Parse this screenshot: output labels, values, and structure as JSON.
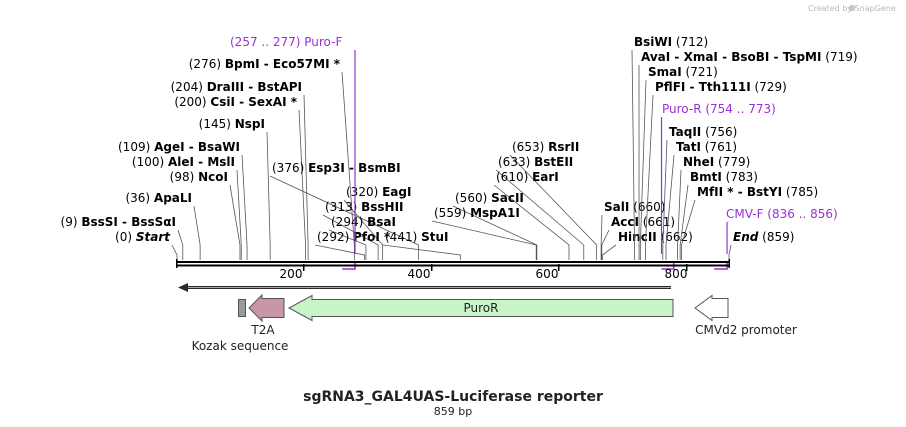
{
  "watermark": "Created by SnapGene",
  "map": {
    "title": "sgRNA3_GAL4UAS-Luciferase reporter",
    "length_label": "859 bp",
    "length_bp": 859,
    "ruler_ticks": [
      "200",
      "400",
      "600",
      "800"
    ],
    "colors": {
      "primer": "#9b30d6",
      "purple_feature": "#c896a8",
      "green_feature": "#c8f5c8",
      "white_feature": "#ffffff",
      "grey_feature": "#9a9a9a"
    }
  },
  "sites": [
    {
      "pos": "(0)",
      "bp": 0,
      "name": "Start",
      "italic": true
    },
    {
      "pos": "(9)",
      "bp": 9,
      "name": "BssSI  -  BssSαI"
    },
    {
      "pos": "(36)",
      "bp": 36,
      "name": "ApaLI"
    },
    {
      "pos": "(98)",
      "bp": 98,
      "name": "NcoI"
    },
    {
      "pos": "(100)",
      "bp": 100,
      "name": "AleI  -  MslI"
    },
    {
      "pos": "(109)",
      "bp": 109,
      "name": "AgeI  -  BsaWI"
    },
    {
      "pos": "(145)",
      "bp": 145,
      "name": "NspI"
    },
    {
      "pos": "(200)",
      "bp": 200,
      "name": "CsiI  -  SexAI *"
    },
    {
      "pos": "(204)",
      "bp": 204,
      "name": "DraIII  -  BstAPI"
    },
    {
      "pos": "(276)",
      "bp": 276,
      "name": "BpmI  -  Eco57MI *"
    },
    {
      "pos": "(376)",
      "bp": 376,
      "name": "Esp3I  -  BsmBI",
      "pos_first": true
    },
    {
      "pos": "(320)",
      "bp": 320,
      "name": "EagI"
    },
    {
      "pos": "(313)",
      "bp": 313,
      "name": "BssHII"
    },
    {
      "pos": "(294)",
      "bp": 294,
      "name": "BsaI"
    },
    {
      "pos": "(292)",
      "bp": 292,
      "name": "PfoI *"
    },
    {
      "pos": "(441)",
      "bp": 441,
      "name": "StuI"
    },
    {
      "pos": "(653)",
      "bp": 653,
      "name": "RsrII"
    },
    {
      "pos": "(633)",
      "bp": 633,
      "name": "BstEII"
    },
    {
      "pos": "(610)",
      "bp": 610,
      "name": "EarI"
    },
    {
      "pos": "(560)",
      "bp": 560,
      "name": "SacII"
    },
    {
      "pos": "(559)",
      "bp": 559,
      "name": "MspA1I"
    },
    {
      "pos": "(660)",
      "bp": 660,
      "name": "SalI"
    },
    {
      "pos": "(661)",
      "bp": 661,
      "name": "AccI"
    },
    {
      "pos": "(662)",
      "bp": 662,
      "name": "HincII"
    },
    {
      "pos": "(712)",
      "bp": 712,
      "name": "BsiWI"
    },
    {
      "pos": "(719)",
      "bp": 719,
      "name": "AvaI  -  XmaI  -  BsoBI  -  TspMI"
    },
    {
      "pos": "(721)",
      "bp": 721,
      "name": "SmaI"
    },
    {
      "pos": "(729)",
      "bp": 729,
      "name": "PflFI  -  Tth111I"
    },
    {
      "pos": "(756)",
      "bp": 756,
      "name": "TaqII"
    },
    {
      "pos": "(761)",
      "bp": 761,
      "name": "TatI"
    },
    {
      "pos": "(779)",
      "bp": 779,
      "name": "NheI"
    },
    {
      "pos": "(783)",
      "bp": 783,
      "name": "BmtI"
    },
    {
      "pos": "(785)",
      "bp": 785,
      "name": "MfII *  -  BstYI"
    },
    {
      "pos": "(859)",
      "bp": 859,
      "name": "End",
      "italic": true
    }
  ],
  "primers": [
    {
      "name": "Puro-F",
      "range": "(257 .. 277)",
      "start": 257,
      "end": 277,
      "direction": "forward"
    },
    {
      "name": "Puro-R",
      "range": "(754 .. 773)",
      "start": 754,
      "end": 773,
      "direction": "reverse"
    },
    {
      "name": "CMV-F",
      "range": "(836 .. 856)",
      "start": 836,
      "end": 856,
      "direction": "forward"
    }
  ],
  "features": [
    {
      "name": "Kozak sequence",
      "start": 90,
      "end": 100,
      "type": "box",
      "color": "#9a9a9a"
    },
    {
      "name": "T2A",
      "start": 107,
      "end": 160,
      "type": "arrow-left",
      "color": "#c896a8"
    },
    {
      "name": "PuroR",
      "start": 170,
      "end": 772,
      "type": "arrow-left",
      "color": "#c8f5c8",
      "inner_label": true
    },
    {
      "name": "CMVd2 promoter",
      "start": 798,
      "end": 859,
      "type": "arrow-left",
      "color": "#ffffff"
    }
  ],
  "orf_arrow": {
    "start": 2,
    "end": 772,
    "direction": "reverse",
    "color": "#6ecf6e"
  }
}
